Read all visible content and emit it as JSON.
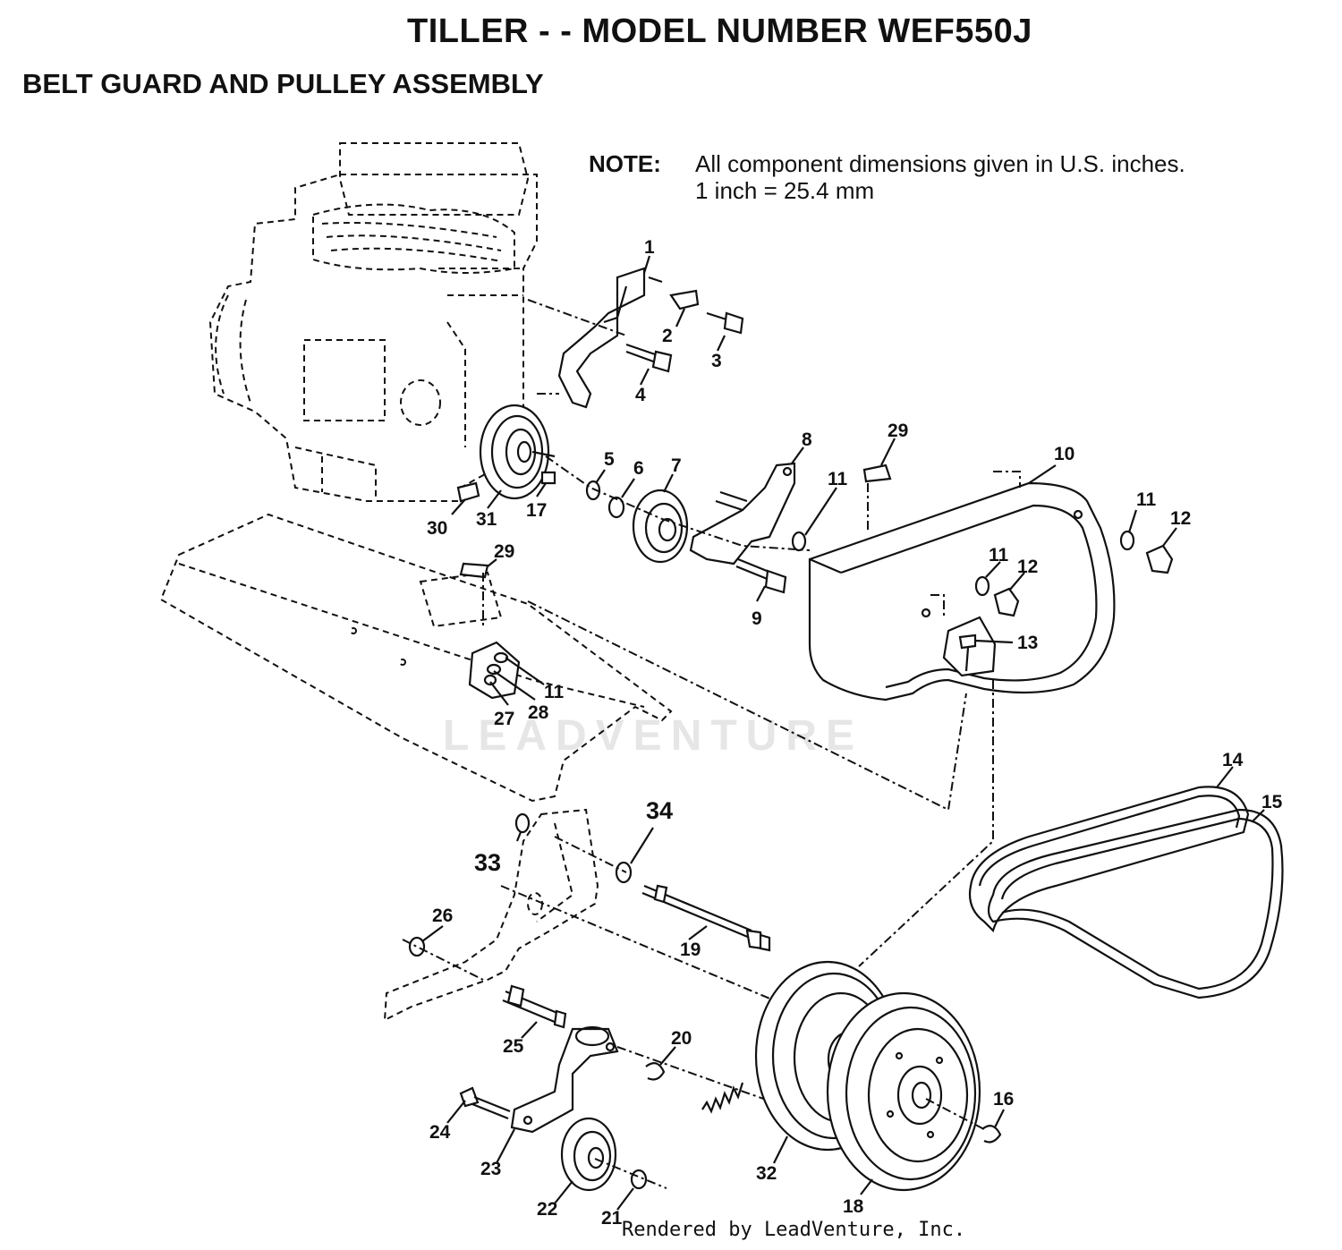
{
  "title": "TILLER - - MODEL NUMBER WEF550J",
  "subtitle": "BELT GUARD AND PULLEY ASSEMBLY",
  "note": {
    "label": "NOTE:",
    "line1": "All component dimensions given in U.S. inches.",
    "line2": "1 inch = 25.4 mm"
  },
  "watermark": "LEADVENTURE",
  "footer": "Rendered by LeadVenture, Inc.",
  "callouts": {
    "c1": "1",
    "c2": "2",
    "c3": "3",
    "c4": "4",
    "c5": "5",
    "c6": "6",
    "c7": "7",
    "c8": "8",
    "c9": "9",
    "c10": "10",
    "c11a": "11",
    "c11b": "11",
    "c11c": "11",
    "c11d": "11",
    "c12a": "12",
    "c12b": "12",
    "c13": "13",
    "c14": "14",
    "c15": "15",
    "c16": "16",
    "c17": "17",
    "c18": "18",
    "c19": "19",
    "c20": "20",
    "c21": "21",
    "c22": "22",
    "c23": "23",
    "c24": "24",
    "c25": "25",
    "c26": "26",
    "c27": "27",
    "c28": "28",
    "c29a": "29",
    "c29b": "29",
    "c30": "30",
    "c31": "31",
    "c32": "32",
    "c33": "33",
    "c34": "34"
  }
}
